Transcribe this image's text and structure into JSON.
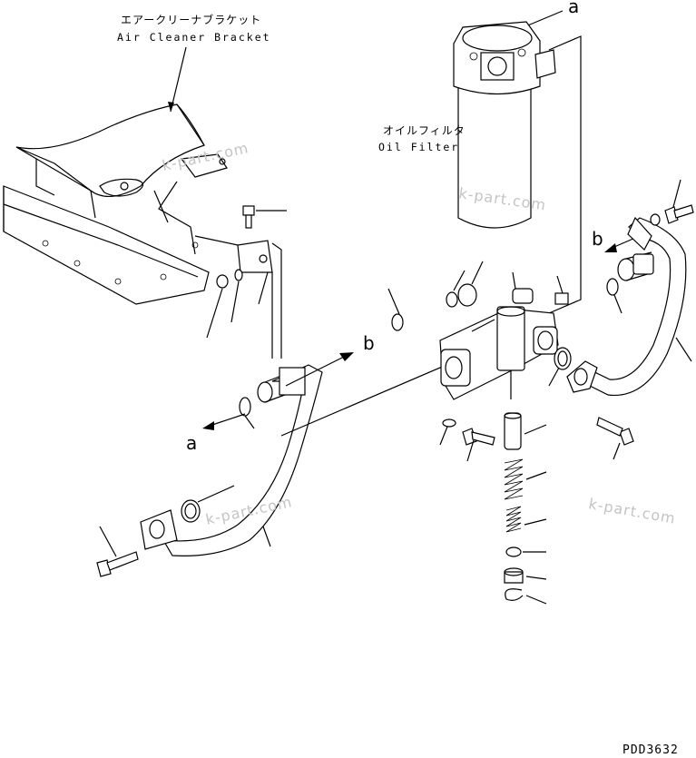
{
  "labels": {
    "air_cleaner_bracket_jp": "エアークリーナブラケット",
    "air_cleaner_bracket_en": "Air Cleaner Bracket",
    "oil_filter_jp": "オイルフィルタ",
    "oil_filter_en": "Oil Filter",
    "ref_a": "a",
    "ref_b": "b"
  },
  "watermark": "k-part.com",
  "drawing_code": "PDD3632"
}
